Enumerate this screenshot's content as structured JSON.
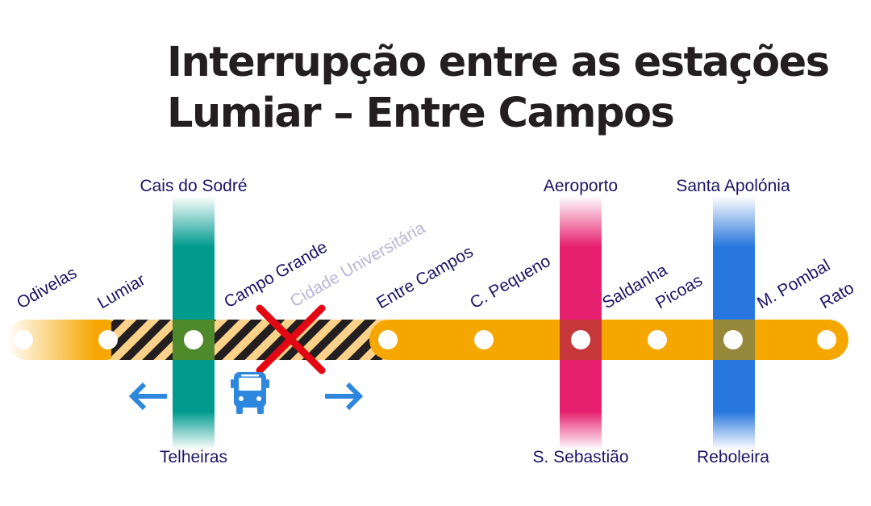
{
  "title": {
    "line1": "Interrupção entre as estações",
    "line2": "Lumiar – Entre Campos"
  },
  "main_line": {
    "color": "#f5a700",
    "interrupted_hatch_colors": [
      "#231f20",
      "#fcd28a"
    ],
    "stations": [
      {
        "id": "odivelas",
        "name": "Odivelas"
      },
      {
        "id": "lumiar",
        "name": "Lumiar"
      },
      {
        "id": "campo-grande",
        "name": "Campo Grande"
      },
      {
        "id": "cidade-universitaria",
        "name": "Cidade Universitária",
        "closed": true
      },
      {
        "id": "entre-campos",
        "name": "Entre Campos"
      },
      {
        "id": "c-pequeno",
        "name": "C. Pequeno"
      },
      {
        "id": "saldanha",
        "name": "Saldanha"
      },
      {
        "id": "picoas",
        "name": "Picoas"
      },
      {
        "id": "m-pombal",
        "name": "M. Pombal"
      },
      {
        "id": "rato",
        "name": "Rato"
      }
    ]
  },
  "crossing_lines": [
    {
      "id": "green",
      "color": "#009b8f",
      "top_terminal": "Cais do Sodré",
      "bottom_terminal": "Telheiras"
    },
    {
      "id": "red",
      "color": "#e6206e",
      "top_terminal": "Aeroporto",
      "bottom_terminal": "S. Sebastião"
    },
    {
      "id": "blue",
      "color": "#2877de",
      "top_terminal": "Santa Apolónia",
      "bottom_terminal": "Reboleira"
    }
  ],
  "closure_mark_color": "#e30613",
  "bus_replacement": {
    "icon": "bus-icon",
    "color": "#2d87dc",
    "left_arrow": "arrow-left-icon",
    "right_arrow": "arrow-right-icon"
  },
  "label_color": "#1b1464"
}
